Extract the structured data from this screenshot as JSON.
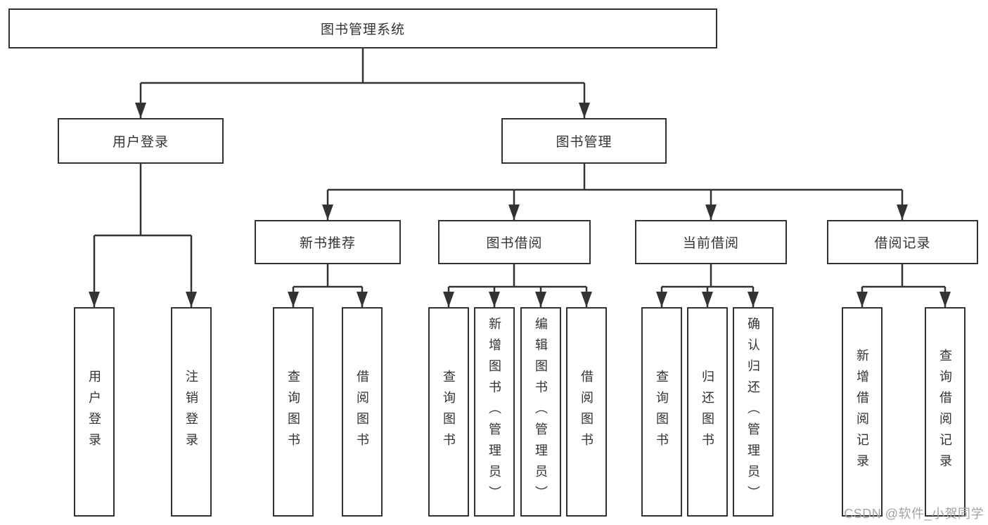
{
  "diagram": {
    "root": {
      "label": "图书管理系统"
    },
    "level2": [
      {
        "label": "用户登录"
      },
      {
        "label": "图书管理"
      }
    ],
    "level3": [
      {
        "label": "新书推荐"
      },
      {
        "label": "图书借阅"
      },
      {
        "label": "当前借阅"
      },
      {
        "label": "借阅记录"
      }
    ],
    "leaves": [
      {
        "label": "用户登录"
      },
      {
        "label": "注销登录"
      },
      {
        "label": "查询图书"
      },
      {
        "label": "借阅图书"
      },
      {
        "label": "查询图书"
      },
      {
        "label": "新增图书（管理员）"
      },
      {
        "label": "编辑图书（管理员）"
      },
      {
        "label": "借阅图书"
      },
      {
        "label": "查询图书"
      },
      {
        "label": "归还图书"
      },
      {
        "label": "确认归还（管理员）"
      },
      {
        "label": "新增借阅记录"
      },
      {
        "label": "查询借阅记录"
      }
    ]
  },
  "watermark": {
    "text": "CSDN @软件_小贺同学"
  },
  "colors": {
    "line": "#333333",
    "box_border": "#333333",
    "text": "#333333",
    "watermark": "#a3a3a8",
    "background": "#ffffff"
  }
}
